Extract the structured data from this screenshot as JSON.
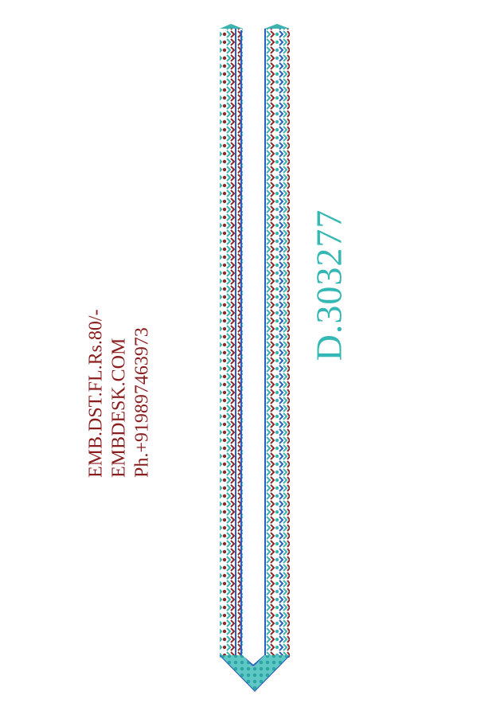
{
  "info": {
    "line1": "EMB.DST.FL.Rs.80/-",
    "line2": "EMBDESK.COM",
    "line3": "Ph.+919897463973"
  },
  "design": {
    "code": "D.303277"
  },
  "colors": {
    "info_text": "#8a1d1d",
    "code_text": "#35b8b5",
    "stitch_red": "#8a2a2a",
    "stitch_teal": "#3cb3b0",
    "stitch_blue": "#2c5fbf"
  }
}
